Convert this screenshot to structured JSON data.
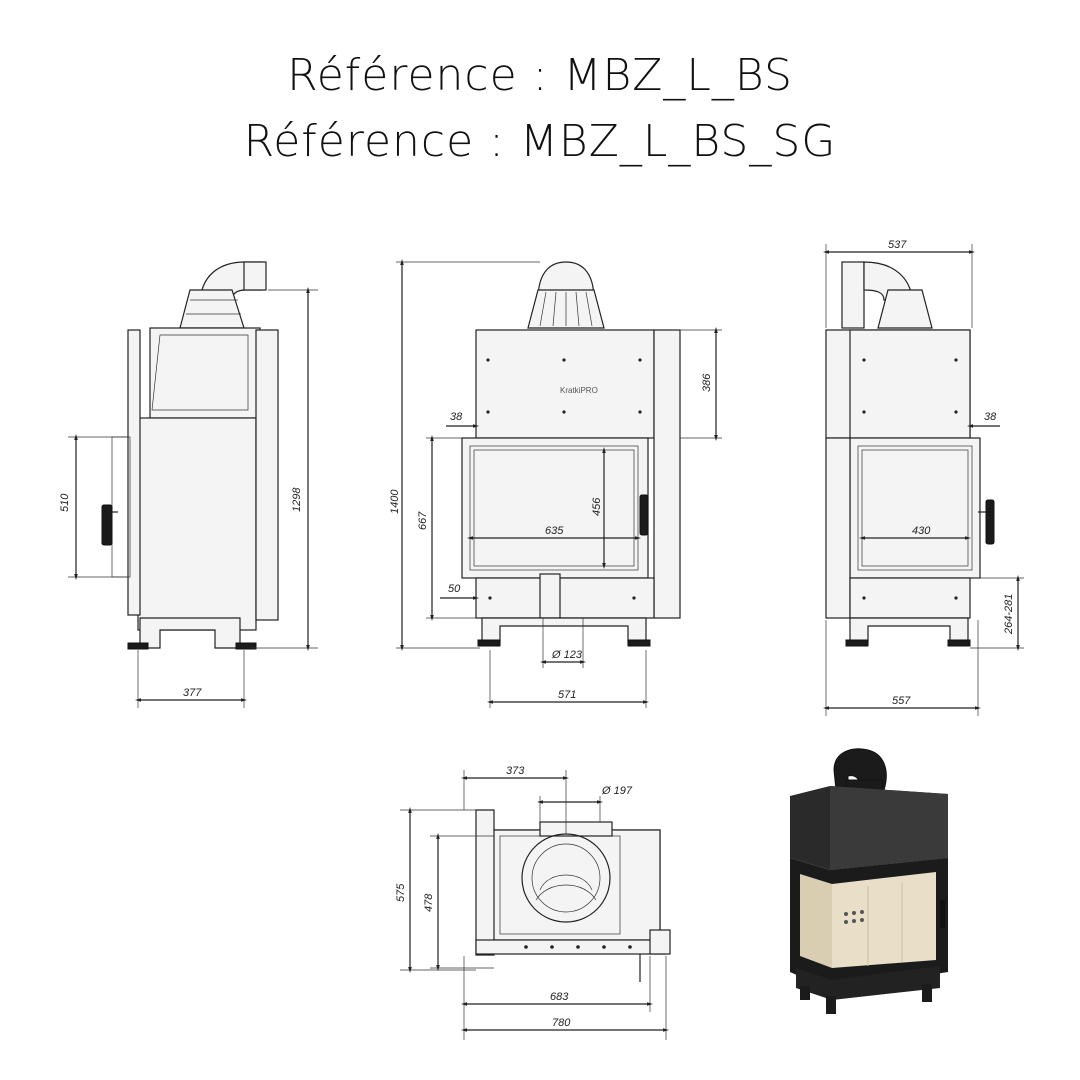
{
  "header": {
    "title_line1": "Référence : MBZ_L_BS",
    "title_line2": "Référence : MBZ_L_BS_SG"
  },
  "dimensions": {
    "side_view": {
      "height_total": "1298",
      "door_height": "510",
      "depth": "377"
    },
    "front_view": {
      "height_total": "1400",
      "top_section": "386",
      "glass_height": "667",
      "frame_left": "38",
      "opening_width": "635",
      "opening_height": "456",
      "base_offset": "50",
      "air_inlet": "Ø 123",
      "base_width": "571"
    },
    "right_view": {
      "top_width": "537",
      "frame_right": "38",
      "opening_width": "430",
      "leg_height": "264-281",
      "base_width": "557"
    },
    "top_view": {
      "flue_offset": "373",
      "flue_diameter": "Ø 197",
      "depth_total": "575",
      "depth_inner": "478",
      "width_inner": "683",
      "width_total": "780"
    }
  },
  "logo_text": "KratkiPRO",
  "colors": {
    "line": "#222222",
    "body_fill": "#f4f4f4",
    "stove_black": "#1b1b1b",
    "firebox_cream": "#e9dfc8"
  }
}
